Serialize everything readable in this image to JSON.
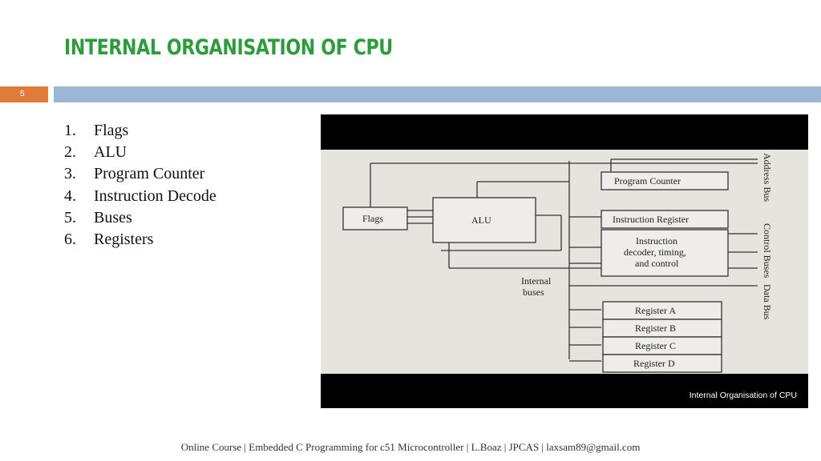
{
  "slide": {
    "title": "INTERNAL ORGANISATION OF CPU",
    "number": "5",
    "list": [
      {
        "num": "1.",
        "text": "Flags"
      },
      {
        "num": "2.",
        "text": "ALU"
      },
      {
        "num": "3.",
        "text": "Program Counter"
      },
      {
        "num": "4.",
        "text": "Instruction Decode"
      },
      {
        "num": "5.",
        "text": "Buses"
      },
      {
        "num": "6.",
        "text": "Registers"
      }
    ],
    "footer": "Online Course | Embedded C Programming for c51 Microcontroller | L.Boaz | JPCAS | laxsam89@gmail.com"
  },
  "diagram": {
    "caption": "Internal Organisation of CPU",
    "flags": "Flags",
    "alu": "ALU",
    "program_counter": "Program Counter",
    "instruction_register": "Instruction Register",
    "decoder_line1": "Instruction",
    "decoder_line2": "decoder, timing,",
    "decoder_line3": "and control",
    "internal_line1": "Internal",
    "internal_line2": "buses",
    "registers": [
      "Register A",
      "Register B",
      "Register C",
      "Register D"
    ],
    "address_bus": "Address Bus",
    "control_bus": "Control Buses",
    "data_bus": "Data Bus"
  },
  "colors": {
    "title": "#2e9b3d",
    "slide_number_bg": "#e07b39",
    "header_rule": "#9ab7d3"
  }
}
